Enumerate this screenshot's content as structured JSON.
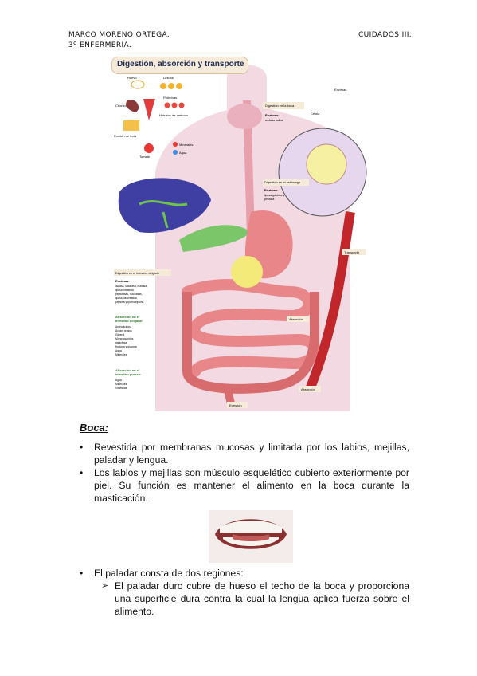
{
  "header": {
    "left_line1": "MARCO MORENO ORTEGA.",
    "left_line2": "3º ENFERMERÍA.",
    "right": "CUIDADOS III."
  },
  "figure": {
    "title": "Digestión, absorción y transporte",
    "food": [
      "Huevo",
      "Lípidos",
      "Chorizo",
      "Proteínas",
      "Hidratos de carbono",
      "Porción de torta",
      "Tomate",
      "Minerales",
      "Agua"
    ],
    "legend_enzymes": "Enzimas",
    "label_cell": "Célula",
    "box_mouth_title": "Digestión en la boca",
    "box_mouth_enzymes": "Enzimas:",
    "box_mouth_enzyme": "amilasa salival",
    "box_stomach_title": "Digestión en el estómago",
    "box_stomach_enzymes": "Enzimas:",
    "box_stomach_e1": "lipasa gástrica y",
    "box_stomach_e2": "pepsina",
    "box_intestine_title": "Digestión en el intestino delgado",
    "box_intestine_enzymes": "Enzimas:",
    "intestine_list": [
      "lactasa, sacarasa, maltasa,",
      "lipasa intestinal,",
      "peptidasas, nucleasas,",
      "lipasa pancreática,",
      "pepsina y quimiotripsina"
    ],
    "abs_small_title1": "Absorción en el",
    "abs_small_title2": "intestino delgado:",
    "abs_small_list": [
      "Aminoácidos",
      "Ácidos grasos",
      "Glicerol",
      "Monosacáridos",
      "galactosa,",
      "fructosa y glucosa",
      "Agua",
      "Minerales"
    ],
    "abs_large_title1": "Absorción en el",
    "abs_large_title2": "intestino grueso:",
    "abs_large_list": [
      "Agua",
      "Minerales",
      "Vitaminas"
    ],
    "label_transport": "Transporte",
    "label_absorption1": "Absorción",
    "label_absorption2": "Absorción",
    "label_egestion": "Egestión"
  },
  "section_title": "Boca:",
  "bullets": [
    "Revestida por membranas mucosas y limitada por los labios, mejillas, paladar y lengua.",
    "Los labios y mejillas son músculo esquelético cubierto exteriormente por piel. Su función es mantener el alimento en la boca durante la masticación.",
    "El paladar consta de dos regiones:"
  ],
  "sub_bullets": [
    "El paladar duro cubre de hueso el techo de la boca y proporciona una superficie dura contra la cual la lengua aplica fuerza sobre el alimento."
  ],
  "colors": {
    "title_bg": "#f6ead9",
    "body_pink": "#f2d9e2",
    "intestine": "#e88b8b",
    "liver": "#3f3fa3",
    "vessel": "#c0262a",
    "cell": "#e6d7ef"
  }
}
